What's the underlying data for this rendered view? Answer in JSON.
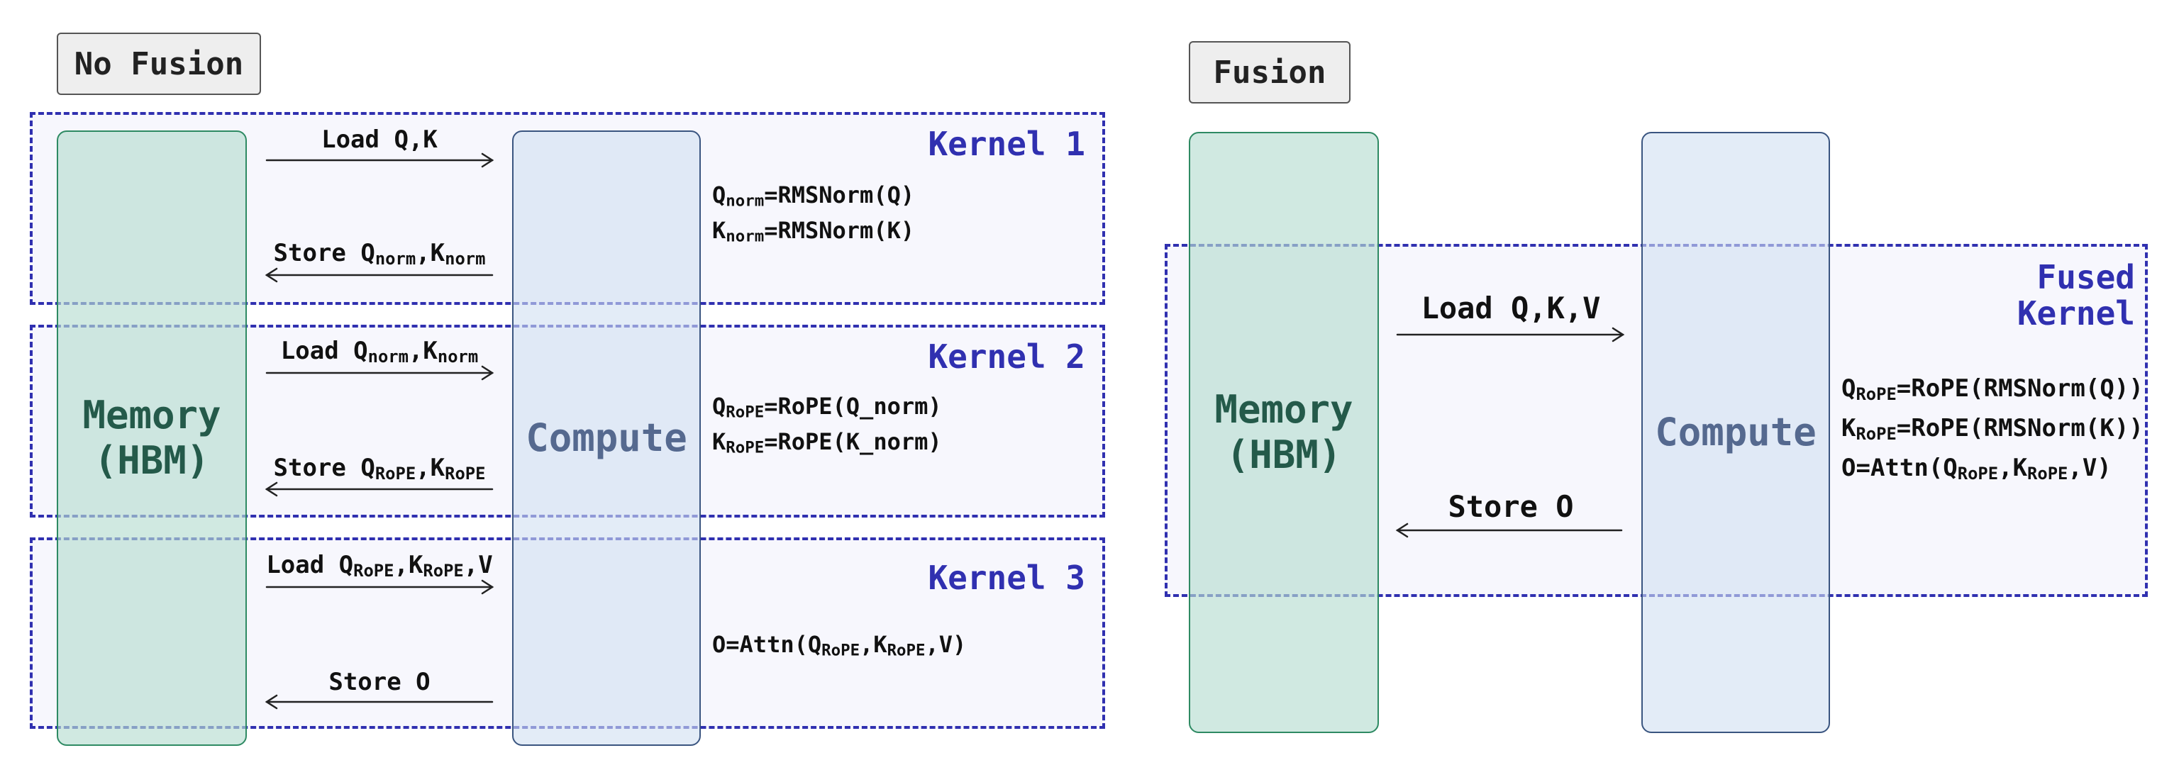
{
  "left": {
    "title": "No Fusion",
    "memory_label": "Memory\n(HBM)",
    "compute_label": "Compute",
    "kernels": [
      {
        "label": "Kernel 1",
        "load": [
          {
            "t": "Load Q,K"
          }
        ],
        "store": [
          {
            "t": "Store "
          },
          {
            "t": "Q"
          },
          {
            "s": "norm"
          },
          {
            "t": ",K"
          },
          {
            "s": "norm"
          }
        ],
        "ops": [
          [
            {
              "t": "Q"
            },
            {
              "s": "norm"
            },
            {
              "t": "=RMSNorm(Q)"
            }
          ],
          [
            {
              "t": "K"
            },
            {
              "s": "norm"
            },
            {
              "t": "=RMSNorm(K)"
            }
          ]
        ]
      },
      {
        "label": "Kernel 2",
        "load": [
          {
            "t": "Load "
          },
          {
            "t": "Q"
          },
          {
            "s": "norm"
          },
          {
            "t": ",K"
          },
          {
            "s": "norm"
          }
        ],
        "store": [
          {
            "t": "Store "
          },
          {
            "t": "Q"
          },
          {
            "s": "RoPE"
          },
          {
            "t": ",K"
          },
          {
            "s": "RoPE"
          }
        ],
        "ops": [
          [
            {
              "t": "Q"
            },
            {
              "s": "RoPE"
            },
            {
              "t": "=RoPE(Q_norm)"
            }
          ],
          [
            {
              "t": "K"
            },
            {
              "s": "RoPE"
            },
            {
              "t": "=RoPE(K_norm)"
            }
          ]
        ]
      },
      {
        "label": "Kernel 3",
        "load": [
          {
            "t": "Load "
          },
          {
            "t": "Q"
          },
          {
            "s": "RoPE"
          },
          {
            "t": ",K"
          },
          {
            "s": "RoPE"
          },
          {
            "t": ",V"
          }
        ],
        "store": [
          {
            "t": "Store O"
          }
        ],
        "ops": [
          [
            {
              "t": "O=Attn("
            },
            {
              "t": "Q"
            },
            {
              "s": "RoPE"
            },
            {
              "t": ",K"
            },
            {
              "s": "RoPE"
            },
            {
              "t": ",V)"
            }
          ]
        ]
      }
    ]
  },
  "right": {
    "title": "Fusion",
    "memory_label": "Memory\n(HBM)",
    "compute_label": "Compute",
    "kernel_label": "Fused\nKernel",
    "load": [
      {
        "t": "Load Q,K,V"
      }
    ],
    "store": [
      {
        "t": "Store O"
      }
    ],
    "ops": [
      [
        {
          "t": "Q"
        },
        {
          "s": "RoPE"
        },
        {
          "t": "=RoPE(RMSNorm(Q))"
        }
      ],
      [
        {
          "t": "K"
        },
        {
          "s": "RoPE"
        },
        {
          "t": "=RoPE(RMSNorm(K))"
        }
      ],
      [
        {
          "t": "O=Attn("
        },
        {
          "t": "Q"
        },
        {
          "s": "RoPE"
        },
        {
          "t": ",K"
        },
        {
          "s": "RoPE"
        },
        {
          "t": ",V)"
        }
      ]
    ]
  },
  "colors": {
    "kernel_border": "#3030b0",
    "memory_fill": "#b7ddd1",
    "compute_fill": "#d0dff2"
  }
}
